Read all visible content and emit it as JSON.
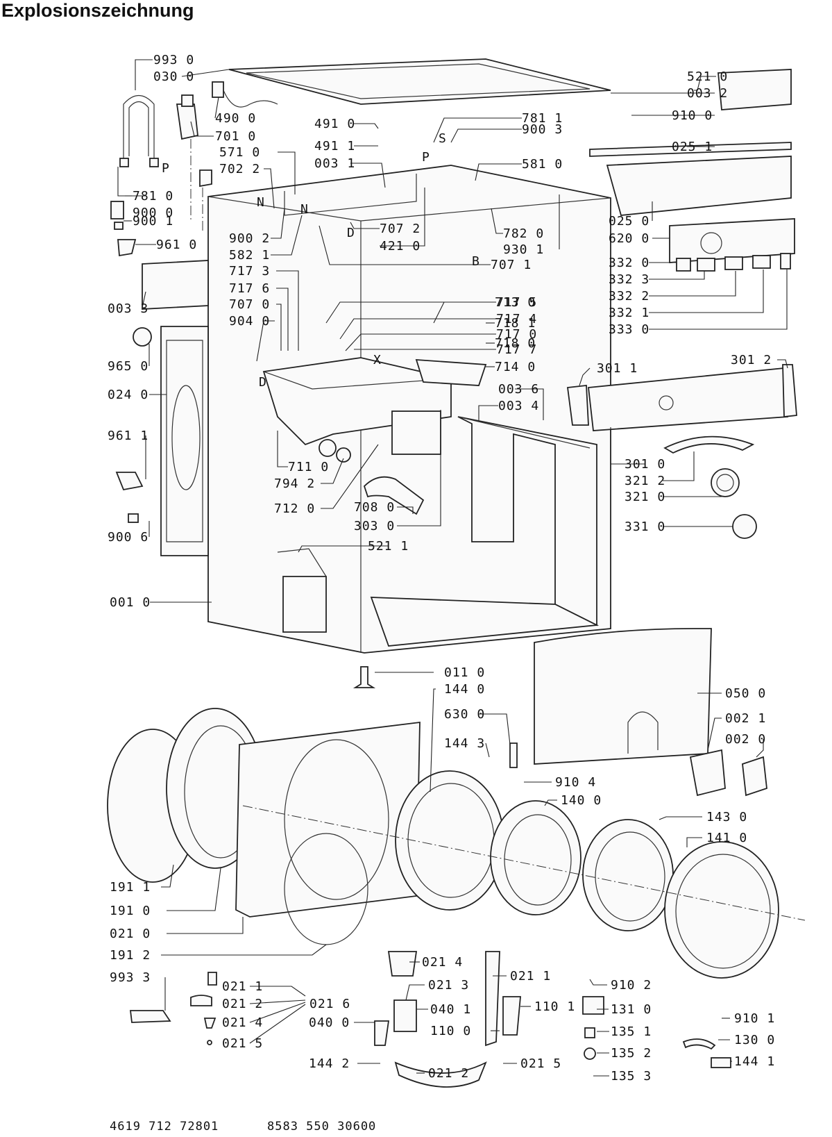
{
  "title": "Explosionszeichnung",
  "doc_codes": {
    "left": "4619 712 72801",
    "right": "8583 550 30600"
  },
  "parts": {
    "p9930": "993 0",
    "p0300": "030 0",
    "p4900": "490 0",
    "p7010": "701 0",
    "p5710": "571 0",
    "p7022": "702 2",
    "p7810a": "781 0",
    "p9000": "900 0",
    "p9001": "900 1",
    "p9610": "961 0",
    "p0033": "003 3",
    "p9650": "965 0",
    "p0240": "024 0",
    "p9611": "961 1",
    "p9006": "900 6",
    "p0010": "001 0",
    "p9002": "900 2",
    "p5821": "582 1",
    "p7173": "717 3",
    "p7176": "717 6",
    "p7070": "707 0",
    "p9040": "904 0",
    "p4910": "491 0",
    "p4911": "491 1",
    "p0031": "003 1",
    "p7811": "781 1",
    "p9003": "900 3",
    "p5810": "581 0",
    "p7072": "707 2",
    "p4210": "421 0",
    "p7071": "707 1",
    "p7820": "782 0",
    "p9301": "930 1",
    "p7175": "717 5",
    "p7174": "717 4",
    "p7170": "717 0",
    "p7177": "717 7",
    "p7130": "713 0",
    "p7181": "718 1",
    "p7180": "718 0",
    "p7140": "714 0",
    "p0036": "003 6",
    "p0034": "003 4",
    "p7110": "711 0",
    "p7942": "794 2",
    "p7120": "712 0",
    "p7080": "708 0",
    "p3030": "303 0",
    "p5211": "521 1",
    "p5210": "521 0",
    "p0032": "003 2",
    "p9100": "910 0",
    "p0251": "025 1",
    "p0250": "025 0",
    "p6200": "620 0",
    "p3320": "332 0",
    "p3323": "332 3",
    "p3322": "332 2",
    "p3321": "332 1",
    "p3330": "333 0",
    "p3011": "301 1",
    "p3012": "301 2",
    "p3010": "301 0",
    "p3212": "321 2",
    "p3210": "321 0",
    "p3310": "331 0",
    "p0110": "011 0",
    "p1440": "144 0",
    "p6300": "630 0",
    "p1443": "144 3",
    "p9104": "910 4",
    "p1400": "140 0",
    "p0500": "050 0",
    "p0021": "002 1",
    "p0020": "002 0",
    "p1430": "143 0",
    "p1410": "141 0",
    "p1911": "191 1",
    "p1910": "191 0",
    "p0210": "021 0",
    "p1912": "191 2",
    "p0214": "021 4",
    "p0211b": "021 1",
    "p9933": "993 3",
    "p0211": "021 1",
    "p0212": "021 2",
    "p0214b": "021 4",
    "p0215": "021 5",
    "p0216": "021 6",
    "p0213": "021 3",
    "p0401": "040 1",
    "p0400": "040 0",
    "p1100": "110 0",
    "p1101": "110 1",
    "p1442": "144 2",
    "p0212b": "021 2",
    "p0215b": "021 5",
    "p9102": "910 2",
    "p1310": "131 0",
    "p1351": "135 1",
    "p1352": "135 2",
    "p1353": "135 3",
    "p9101": "910 1",
    "p1300": "130 0",
    "p1441": "144 1"
  },
  "markers": {
    "N1": "N",
    "N2": "N",
    "P1": "P",
    "P2": "P",
    "S": "S",
    "D1": "D",
    "D2": "D",
    "X": "X",
    "B": "B"
  }
}
